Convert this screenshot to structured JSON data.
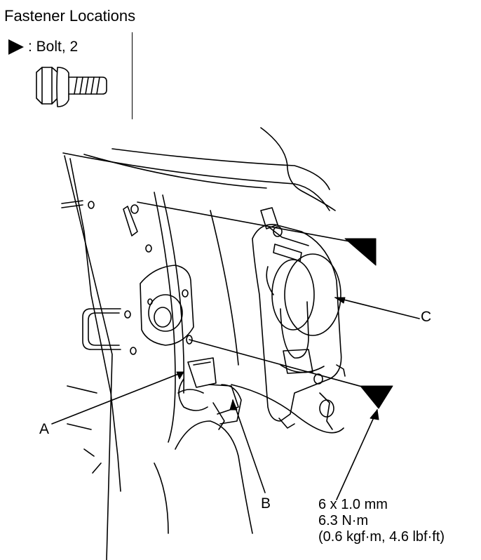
{
  "title": "Fastener Locations",
  "legend": {
    "symbol_icon": "filled-triangle-right",
    "label": ": Bolt, 2",
    "bolt_icon": "flange-bolt"
  },
  "callouts": {
    "a": "A",
    "b": "B",
    "c": "C"
  },
  "spec": {
    "size": "6 x 1.0 mm",
    "torque_nm": "6.3 N·m",
    "torque_alt": "(0.6 kgf·m, 4.6 lbf·ft)"
  },
  "colors": {
    "line": "#000000",
    "background": "#ffffff"
  }
}
